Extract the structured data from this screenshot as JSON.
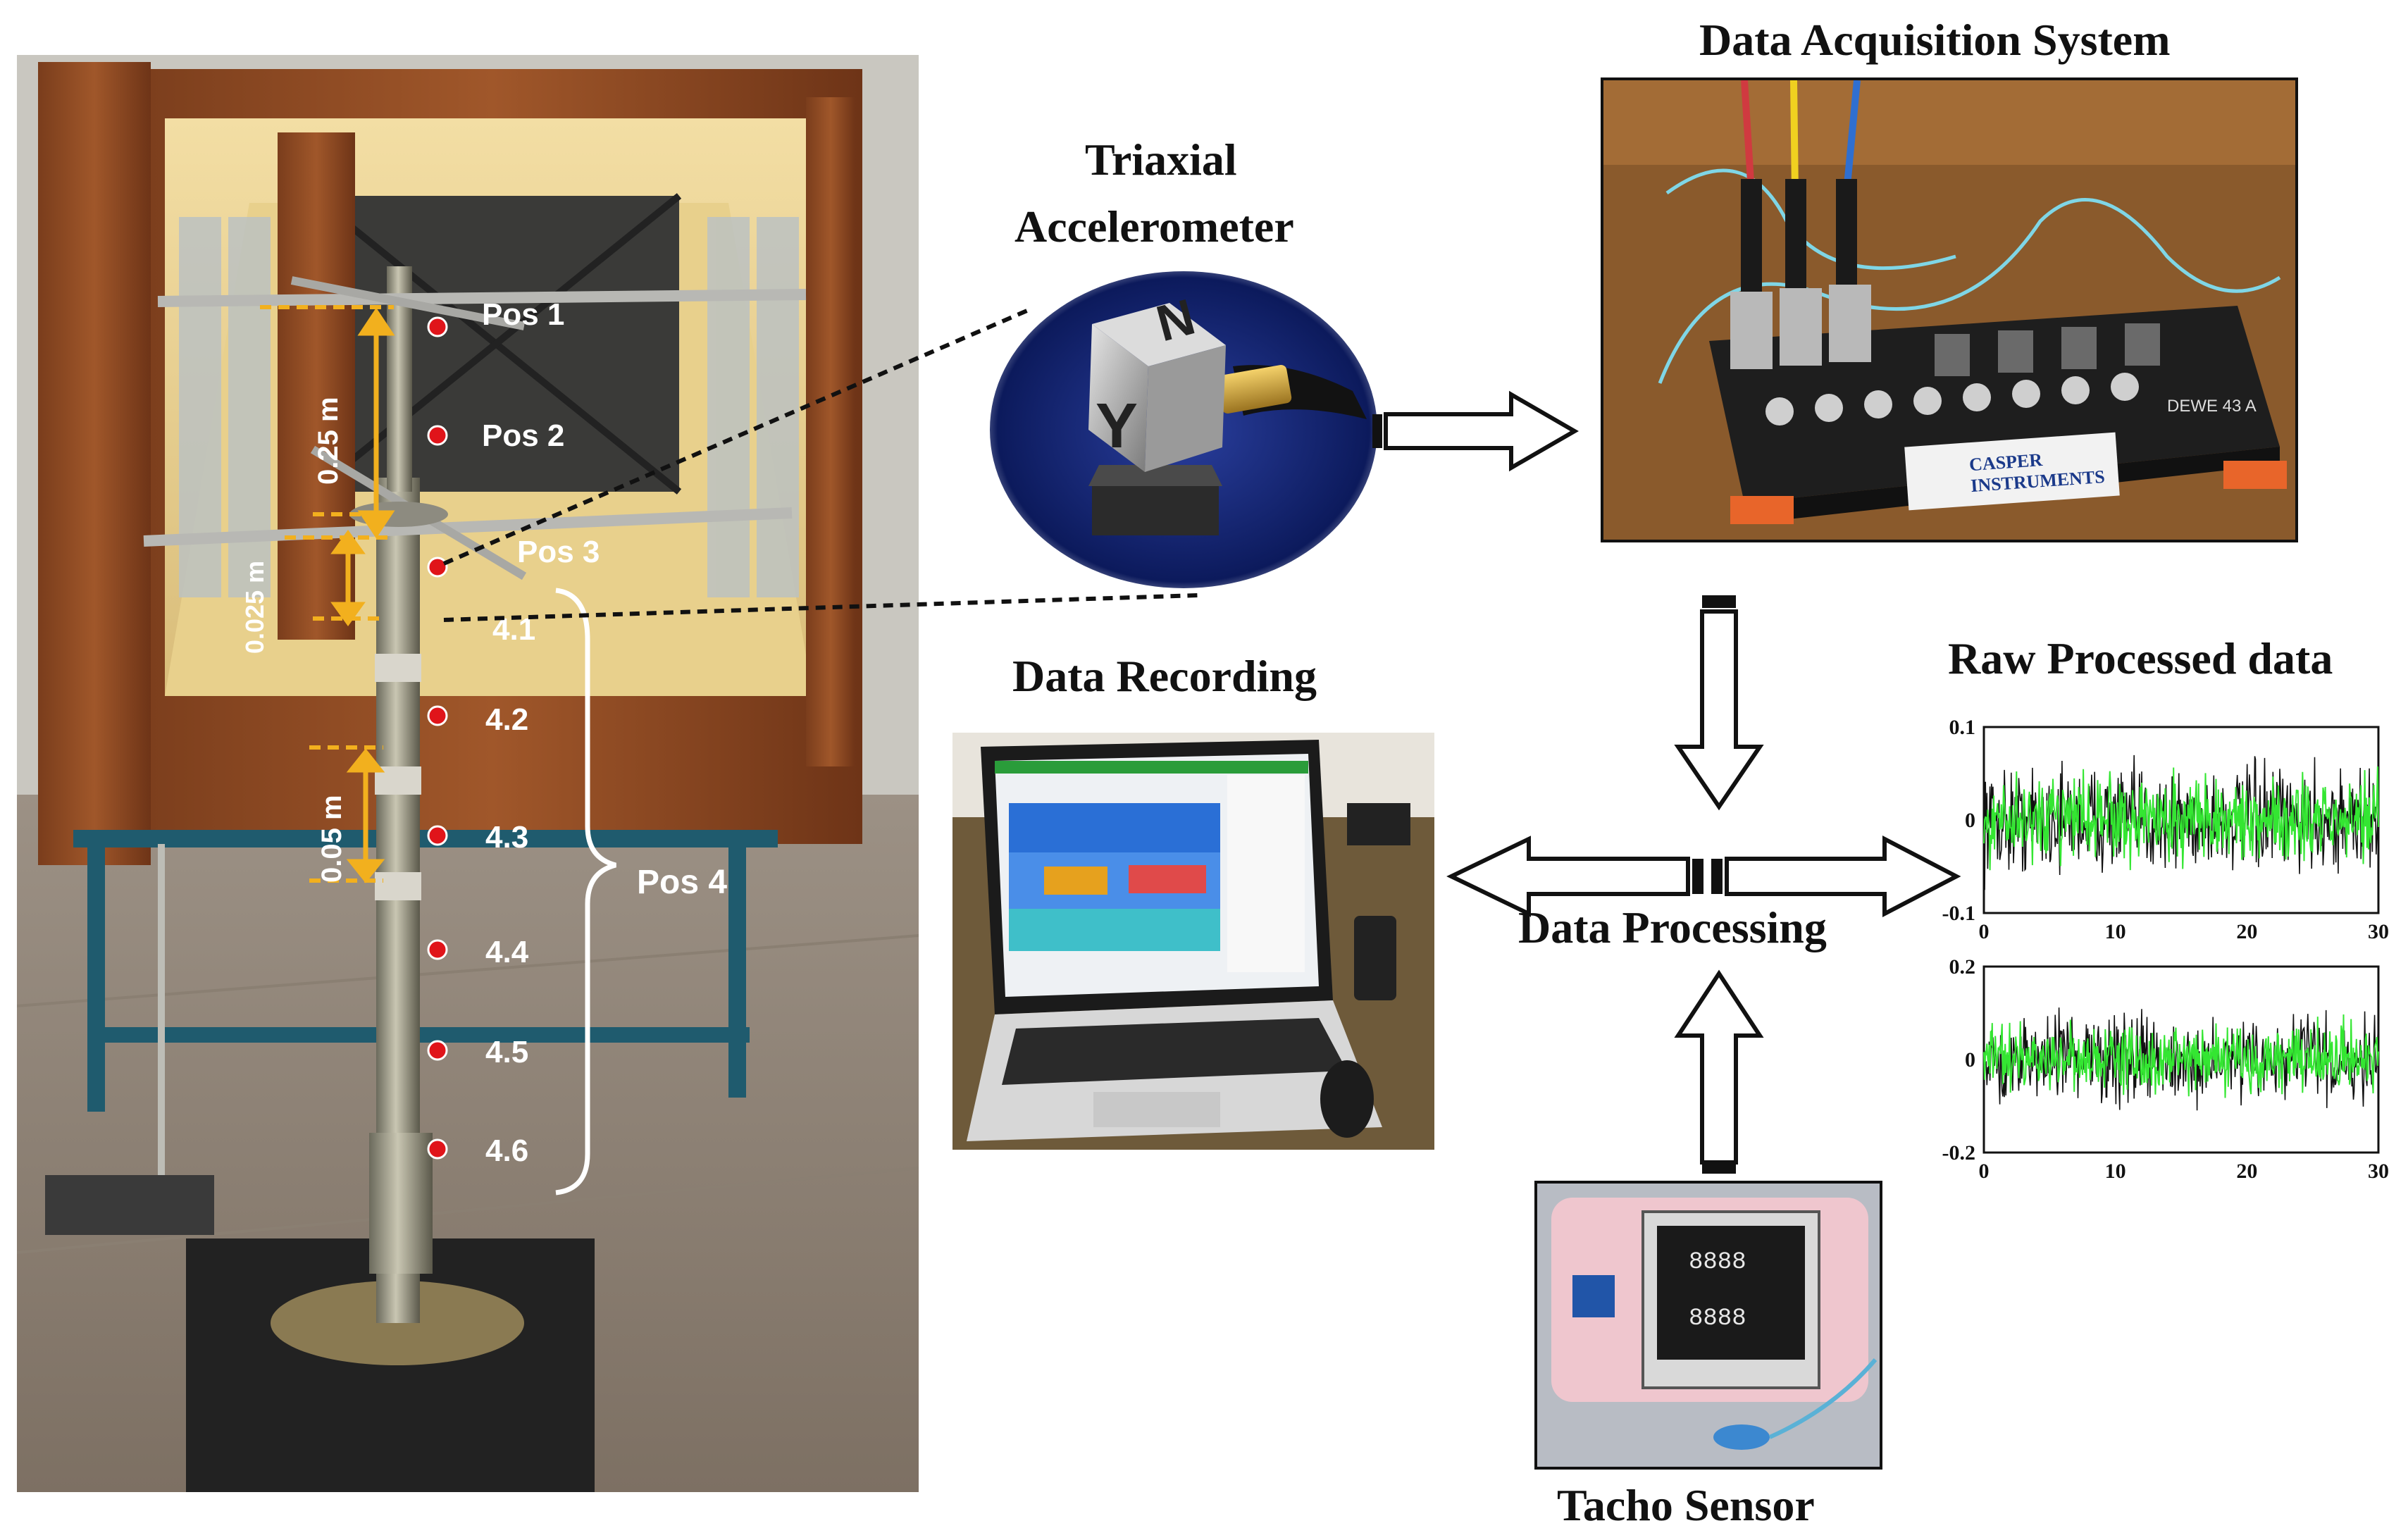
{
  "titles": {
    "daq": "Data Acquisition System",
    "accel_line1": "Triaxial",
    "accel_line2": "Accelerometer",
    "recording": "Data Recording",
    "raw": "Raw Processed data",
    "processing": "Data Processing",
    "tacho": "Tacho Sensor"
  },
  "rig": {
    "positions": [
      "Pos 1",
      "Pos 2",
      "Pos 3"
    ],
    "sub_positions": [
      "4.1",
      "4.2",
      "4.3",
      "4.4",
      "4.5",
      "4.6"
    ],
    "group_label": "Pos 4",
    "dim_025": "0.25 m",
    "dim_0025": "0.025 m",
    "dim_005": "0.05 m"
  },
  "sensor": {
    "face1": "N",
    "face2": "Y"
  },
  "daq_device": {
    "brand_line1": "CASPER",
    "brand_line2": "INSTRUMENTS",
    "model": "DEWE 43 A"
  },
  "colors": {
    "accent_dim": "#f2b01e",
    "marker": "#e0141a",
    "signal_a": "#111111",
    "signal_b": "#34e632"
  },
  "chart_data": [
    {
      "type": "line",
      "xlim": [
        0,
        30
      ],
      "ylim": [
        -0.1,
        0.1
      ],
      "x_ticks": [
        "0",
        "10",
        "20",
        "30"
      ],
      "y_ticks": [
        "0.1",
        "0",
        "-0.1"
      ],
      "amplitude": 0.07,
      "grid": false
    },
    {
      "type": "line",
      "xlim": [
        0,
        30
      ],
      "ylim": [
        -0.2,
        0.2
      ],
      "x_ticks": [
        "0",
        "10",
        "20",
        "30"
      ],
      "y_ticks": [
        "0.2",
        "0",
        "-0.2"
      ],
      "amplitude": 0.11,
      "grid": false
    }
  ]
}
